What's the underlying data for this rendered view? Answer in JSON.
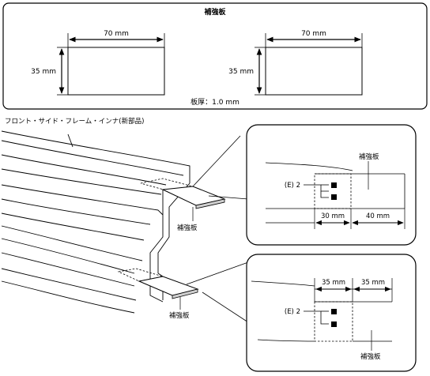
{
  "top_panel": {
    "title": "補強板",
    "left_plate": {
      "width_label": "70 mm",
      "height_label": "35 mm"
    },
    "right_plate": {
      "width_label": "70 mm",
      "height_label": "35 mm"
    },
    "thickness_label": "板厚：1.0 mm"
  },
  "main_diagram": {
    "part_label": "フロント・サイド・フレーム・インナ(新部品)",
    "plate_label_upper": "補強板",
    "plate_label_lower": "補強板"
  },
  "detail_upper": {
    "plate_label": "補強板",
    "weld_label": "(E) 2",
    "dim_left": "30 mm",
    "dim_right": "40 mm"
  },
  "detail_lower": {
    "plate_label": "補強板",
    "weld_label": "(E) 2",
    "dim_left": "35 mm",
    "dim_right": "35 mm"
  }
}
